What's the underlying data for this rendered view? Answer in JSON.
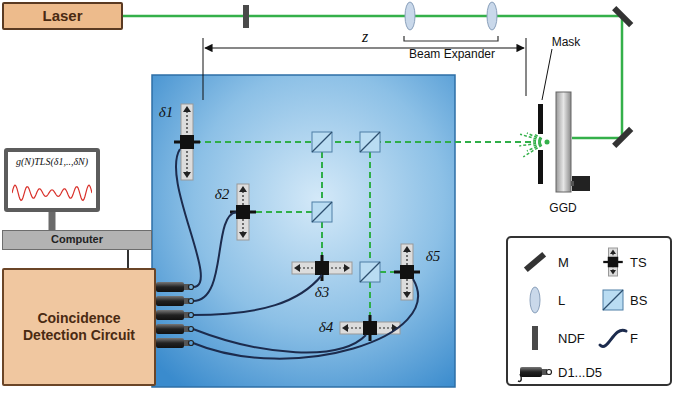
{
  "diagram": {
    "nodes": [
      {
        "text": [
          "Laser"
        ]
      },
      {
        "text": [
          "g(N)TLS(δ1,..,δN)"
        ]
      },
      {
        "text": [
          "Computer"
        ]
      },
      {
        "text": [
          "Coincidence Detection Circuit"
        ]
      }
    ],
    "edges": [
      {
        "from": 1,
        "to": 2,
        "arrow": "none"
      },
      {
        "from": 2,
        "to": 3,
        "arrow": "none"
      }
    ],
    "labels": [
      "Beam Expander",
      "z",
      "Mask",
      "GGD",
      "δ1",
      "δ2",
      "δ3",
      "δ4",
      "δ5"
    ],
    "legend": [
      {
        "text": "M"
      },
      {
        "text": "TS"
      },
      {
        "text": "L"
      },
      {
        "text": "BS"
      },
      {
        "text": "NDF"
      },
      {
        "text": "F"
      },
      {
        "text": "D1...D5"
      }
    ]
  }
}
